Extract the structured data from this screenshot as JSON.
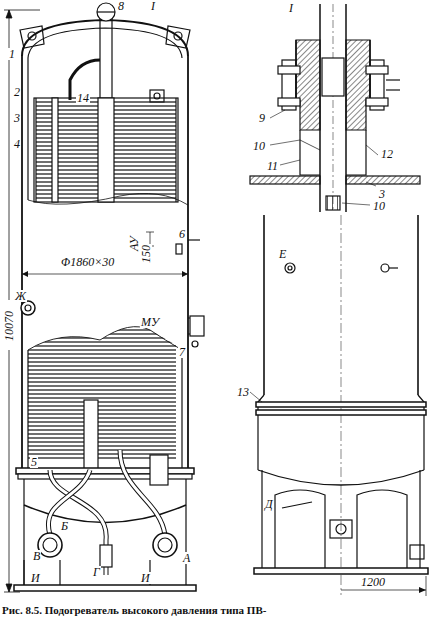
{
  "diagram": {
    "caption": "Рис. 8.5. Подогреватель высокого давления типа ПВ-",
    "labels": [
      "8",
      "I",
      "1",
      "2",
      "3",
      "4",
      "14",
      "10070",
      "Ж",
      "Φ1860×30",
      "АУ",
      "150",
      "6",
      "МУ",
      "7",
      "5",
      "Б",
      "В",
      "Г",
      "А",
      "И",
      "И",
      "I",
      "9",
      "10",
      "11",
      "12",
      "3",
      "10",
      "Е",
      "13",
      "Д",
      "1200"
    ]
  }
}
